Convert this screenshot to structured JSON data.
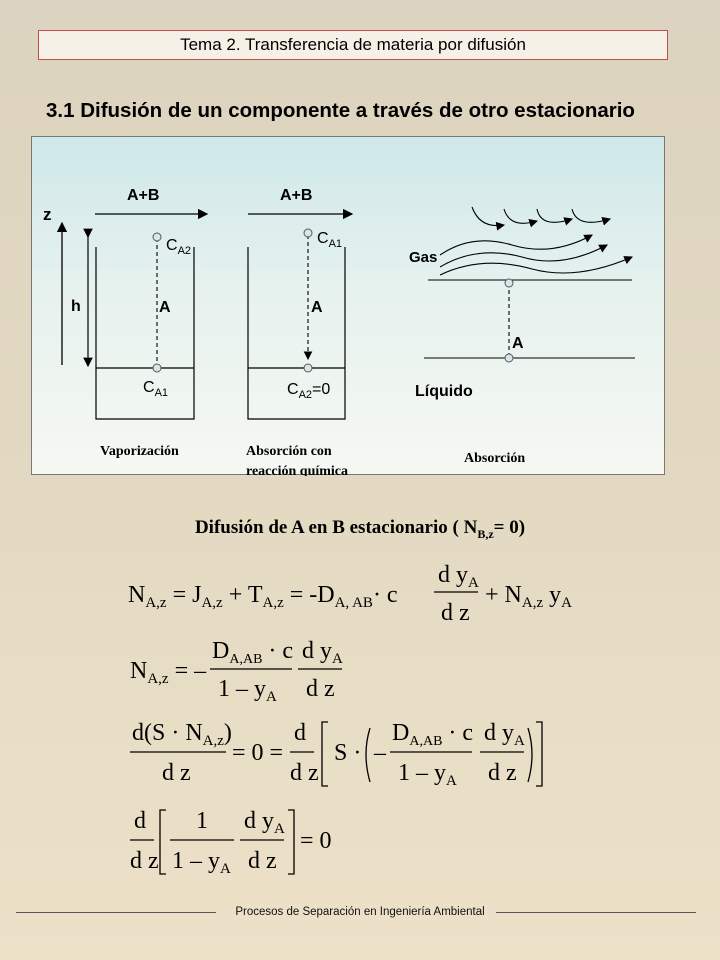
{
  "header": {
    "title": "Tema 2. Transferencia de materia por difusión"
  },
  "section": {
    "title": "3.1 Difusión de un componente a través de otro estacionario"
  },
  "figure": {
    "z_label": "z",
    "h_label": "h",
    "vaporizacion": {
      "flow": "A+B",
      "top_conc": "C",
      "top_sub": "A2",
      "bottom_conc": "C",
      "bottom_sub": "A1",
      "species": "A",
      "caption": "Vaporización"
    },
    "absorcion_reaccion": {
      "flow": "A+B",
      "top_conc": "C",
      "top_sub": "A1",
      "bottom_conc": "C",
      "bottom_sub": "A2",
      "bottom_suffix": "=0",
      "species": "A",
      "caption_line1": "Absorción con",
      "caption_line2": "reacción química"
    },
    "absorcion": {
      "gas": "Gas",
      "liquid": "Líquido",
      "species": "A",
      "caption": "Absorción"
    }
  },
  "equations": {
    "title_main": "Difusión de A en B estacionario ( N",
    "title_sub": "B,z",
    "title_end": "= 0)"
  },
  "footer": {
    "text": "Procesos de Separación en Ingeniería Ambiental"
  }
}
